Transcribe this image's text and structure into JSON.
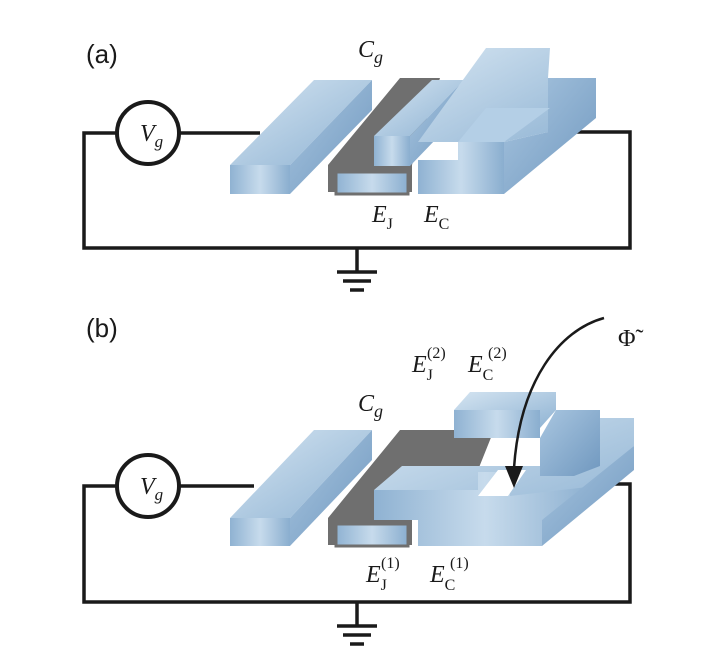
{
  "panels": [
    {
      "tag": "(a)",
      "source": {
        "symbol": "V",
        "sub": "g"
      },
      "gate_cap": {
        "symbol": "C",
        "sub": "g"
      },
      "junction_energy": {
        "symbol": "E",
        "sub": "J",
        "sup": ""
      },
      "charging_energy": {
        "symbol": "E",
        "sub": "C",
        "sup": ""
      }
    },
    {
      "tag": "(b)",
      "source": {
        "symbol": "V",
        "sub": "g"
      },
      "gate_cap": {
        "symbol": "C",
        "sub": "g"
      },
      "junction_energy_1": {
        "symbol": "E",
        "sub": "J",
        "sup": "(1)"
      },
      "charging_energy_1": {
        "symbol": "E",
        "sub": "C",
        "sup": "(1)"
      },
      "junction_energy_2": {
        "symbol": "E",
        "sub": "J",
        "sup": "(2)"
      },
      "charging_energy_2": {
        "symbol": "E",
        "sub": "C",
        "sup": "(2)"
      },
      "flux": "Φ̃"
    }
  ],
  "colors": {
    "wire": "#1a1a1a",
    "metal_light": "#c4d8ea",
    "metal_mid": "#9fbfdd",
    "metal_dark": "#7fa6c9",
    "oxide": "#6f6f6f"
  }
}
